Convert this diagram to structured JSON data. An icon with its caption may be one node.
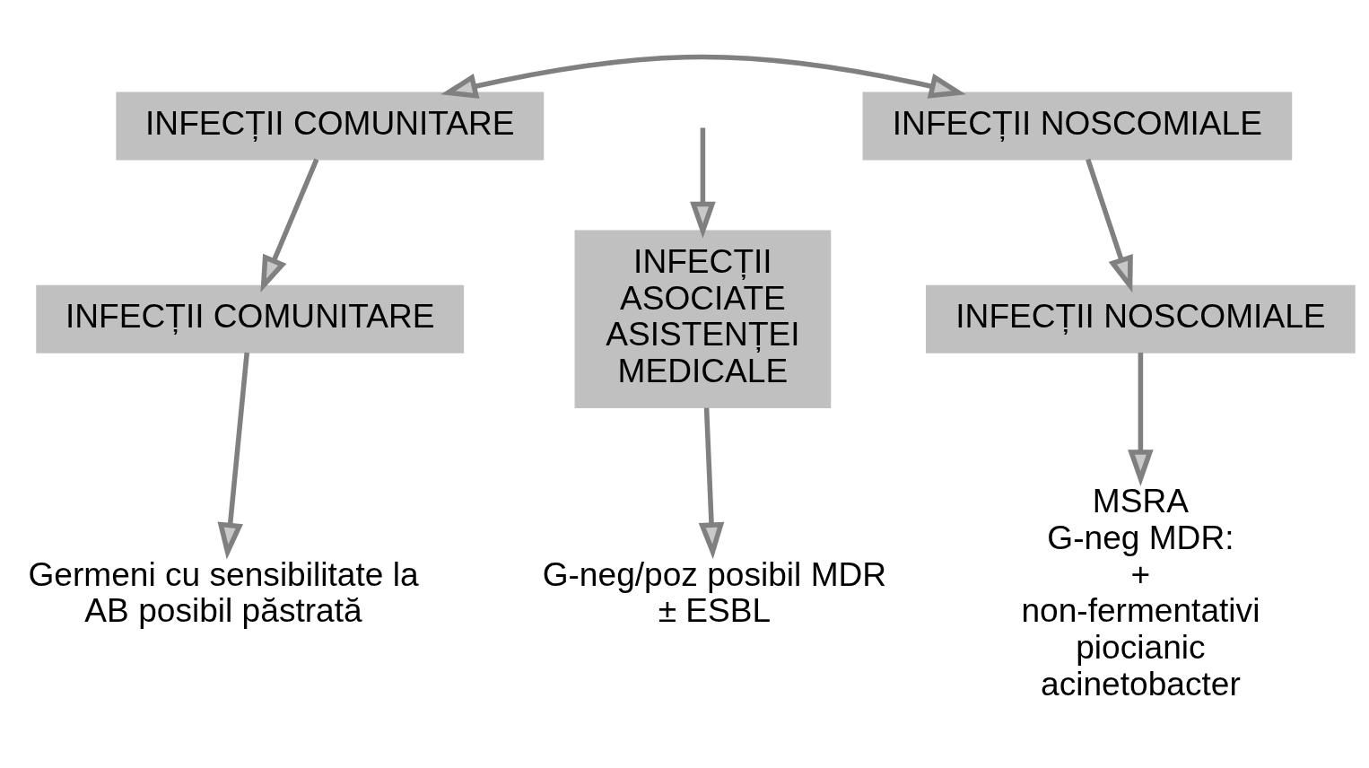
{
  "diagram": {
    "nodes": [
      {
        "text": [
          "INFECȚII COMUNITARE"
        ]
      },
      {
        "text": [
          "INFECȚII NOSCOMIALE"
        ]
      },
      {
        "text": [
          "INFECȚII ASOCIATE ASISTENȚEI MEDICALE"
        ]
      },
      {
        "text": [
          "INFECȚII COMUNITARE"
        ]
      },
      {
        "text": [
          "INFECȚII NOSCOMIALE"
        ]
      },
      {
        "text": [
          "Germeni cu sensibilitate la AB posibil păstrată"
        ]
      },
      {
        "text": [
          "G-neg/poz posibil MDR ± ESBL"
        ]
      },
      {
        "text": [
          "MSRA",
          "G-neg MDR:",
          "+",
          "non-fermentativi",
          "piocianic",
          "acinetobacter"
        ]
      }
    ],
    "edges": [
      {
        "from": 0,
        "to": 1,
        "arrow": "both"
      },
      {
        "from": null,
        "to": 2,
        "arrow": "to"
      },
      {
        "from": 0,
        "to": 3,
        "arrow": "to"
      },
      {
        "from": 3,
        "to": 5,
        "arrow": "to"
      },
      {
        "from": 2,
        "to": 6,
        "arrow": "to"
      },
      {
        "from": 1,
        "to": 4,
        "arrow": "to"
      },
      {
        "from": 4,
        "to": 7,
        "arrow": "to"
      }
    ]
  }
}
